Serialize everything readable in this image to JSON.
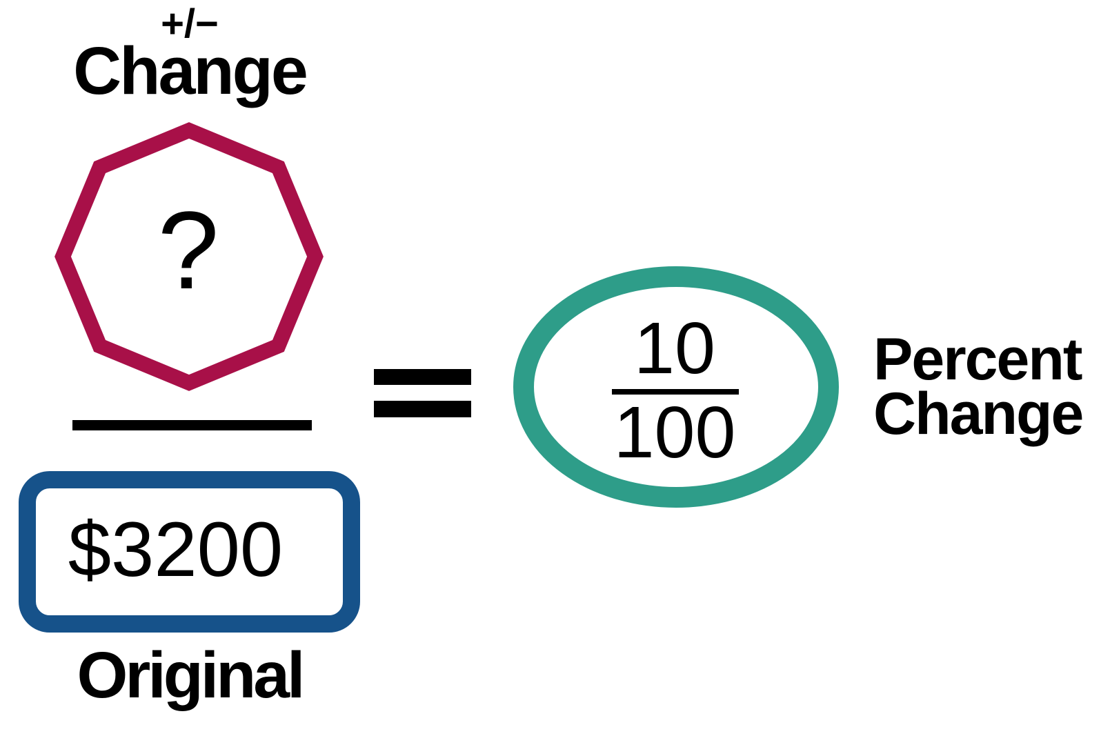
{
  "colors": {
    "octagon_stroke": "#A81048",
    "box_stroke": "#16528A",
    "ellipse_stroke": "#2E9D89",
    "bar_black": "#000000"
  },
  "equation": {
    "numerator": {
      "sign_label": "+/−",
      "label": "Change",
      "value": "?"
    },
    "denominator": {
      "value": "$3200",
      "label": "Original"
    },
    "equals": "=",
    "result": {
      "fraction_numerator": "10",
      "fraction_denominator": "100",
      "label_line1": "Percent",
      "label_line2": "Change"
    }
  }
}
